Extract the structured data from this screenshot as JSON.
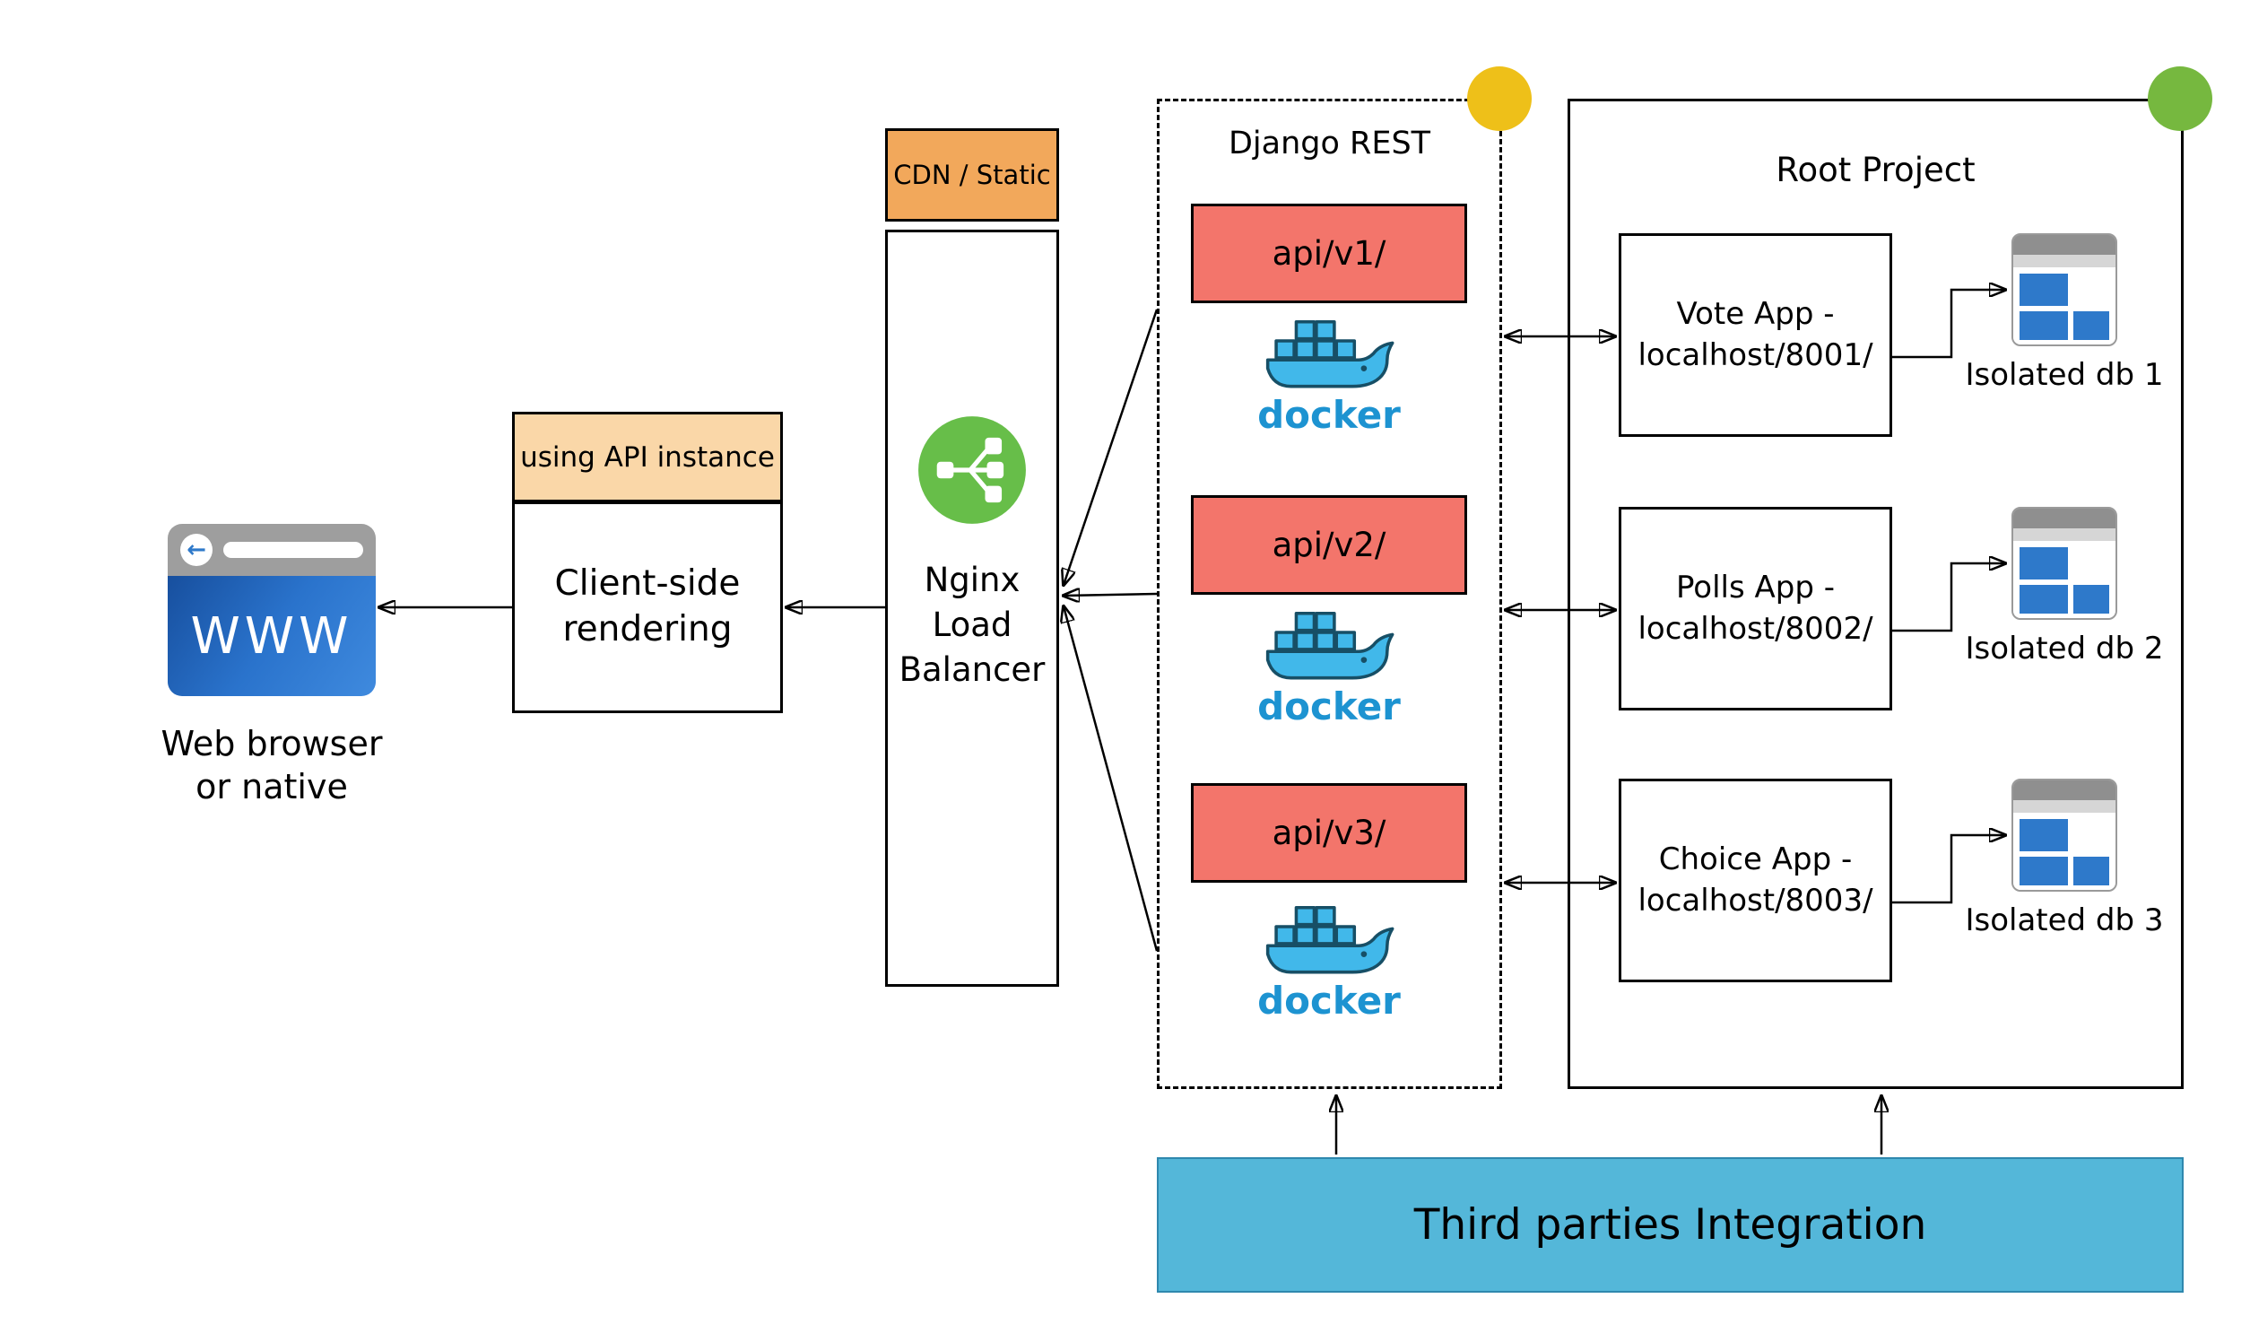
{
  "colors": {
    "orange_dark": "#F2A85B",
    "orange_light": "#FAD7A8",
    "salmon_api": "#F3756B",
    "integration_blue": "#54B7D9",
    "yellow_dot": "#EEC019",
    "green_dot": "#76B83F",
    "nginx_green": "#67BE49",
    "docker_blue": "#1D93D1",
    "db_blue": "#2E79CA"
  },
  "browser": {
    "www_text": "WWW",
    "label": "Web browser\nor native"
  },
  "client": {
    "tag_label": "using API instance",
    "box_label": "Client-side\nrendering"
  },
  "cdn": {
    "label": "CDN / Static"
  },
  "nginx": {
    "label": "Nginx\nLoad\nBalancer"
  },
  "django": {
    "title": "Django REST",
    "docker_label": "docker",
    "apis": [
      {
        "label": "api/v1/"
      },
      {
        "label": "api/v2/"
      },
      {
        "label": "api/v3/"
      }
    ]
  },
  "root": {
    "title": "Root Project",
    "apps": [
      {
        "label": "Vote App -\nlocalhost/8001/",
        "db_label": "Isolated db 1"
      },
      {
        "label": "Polls App -\nlocalhost/8002/",
        "db_label": "Isolated db 2"
      },
      {
        "label": "Choice App -\nlocalhost/8003/",
        "db_label": "Isolated db 3"
      }
    ]
  },
  "integration": {
    "label": "Third parties Integration"
  }
}
